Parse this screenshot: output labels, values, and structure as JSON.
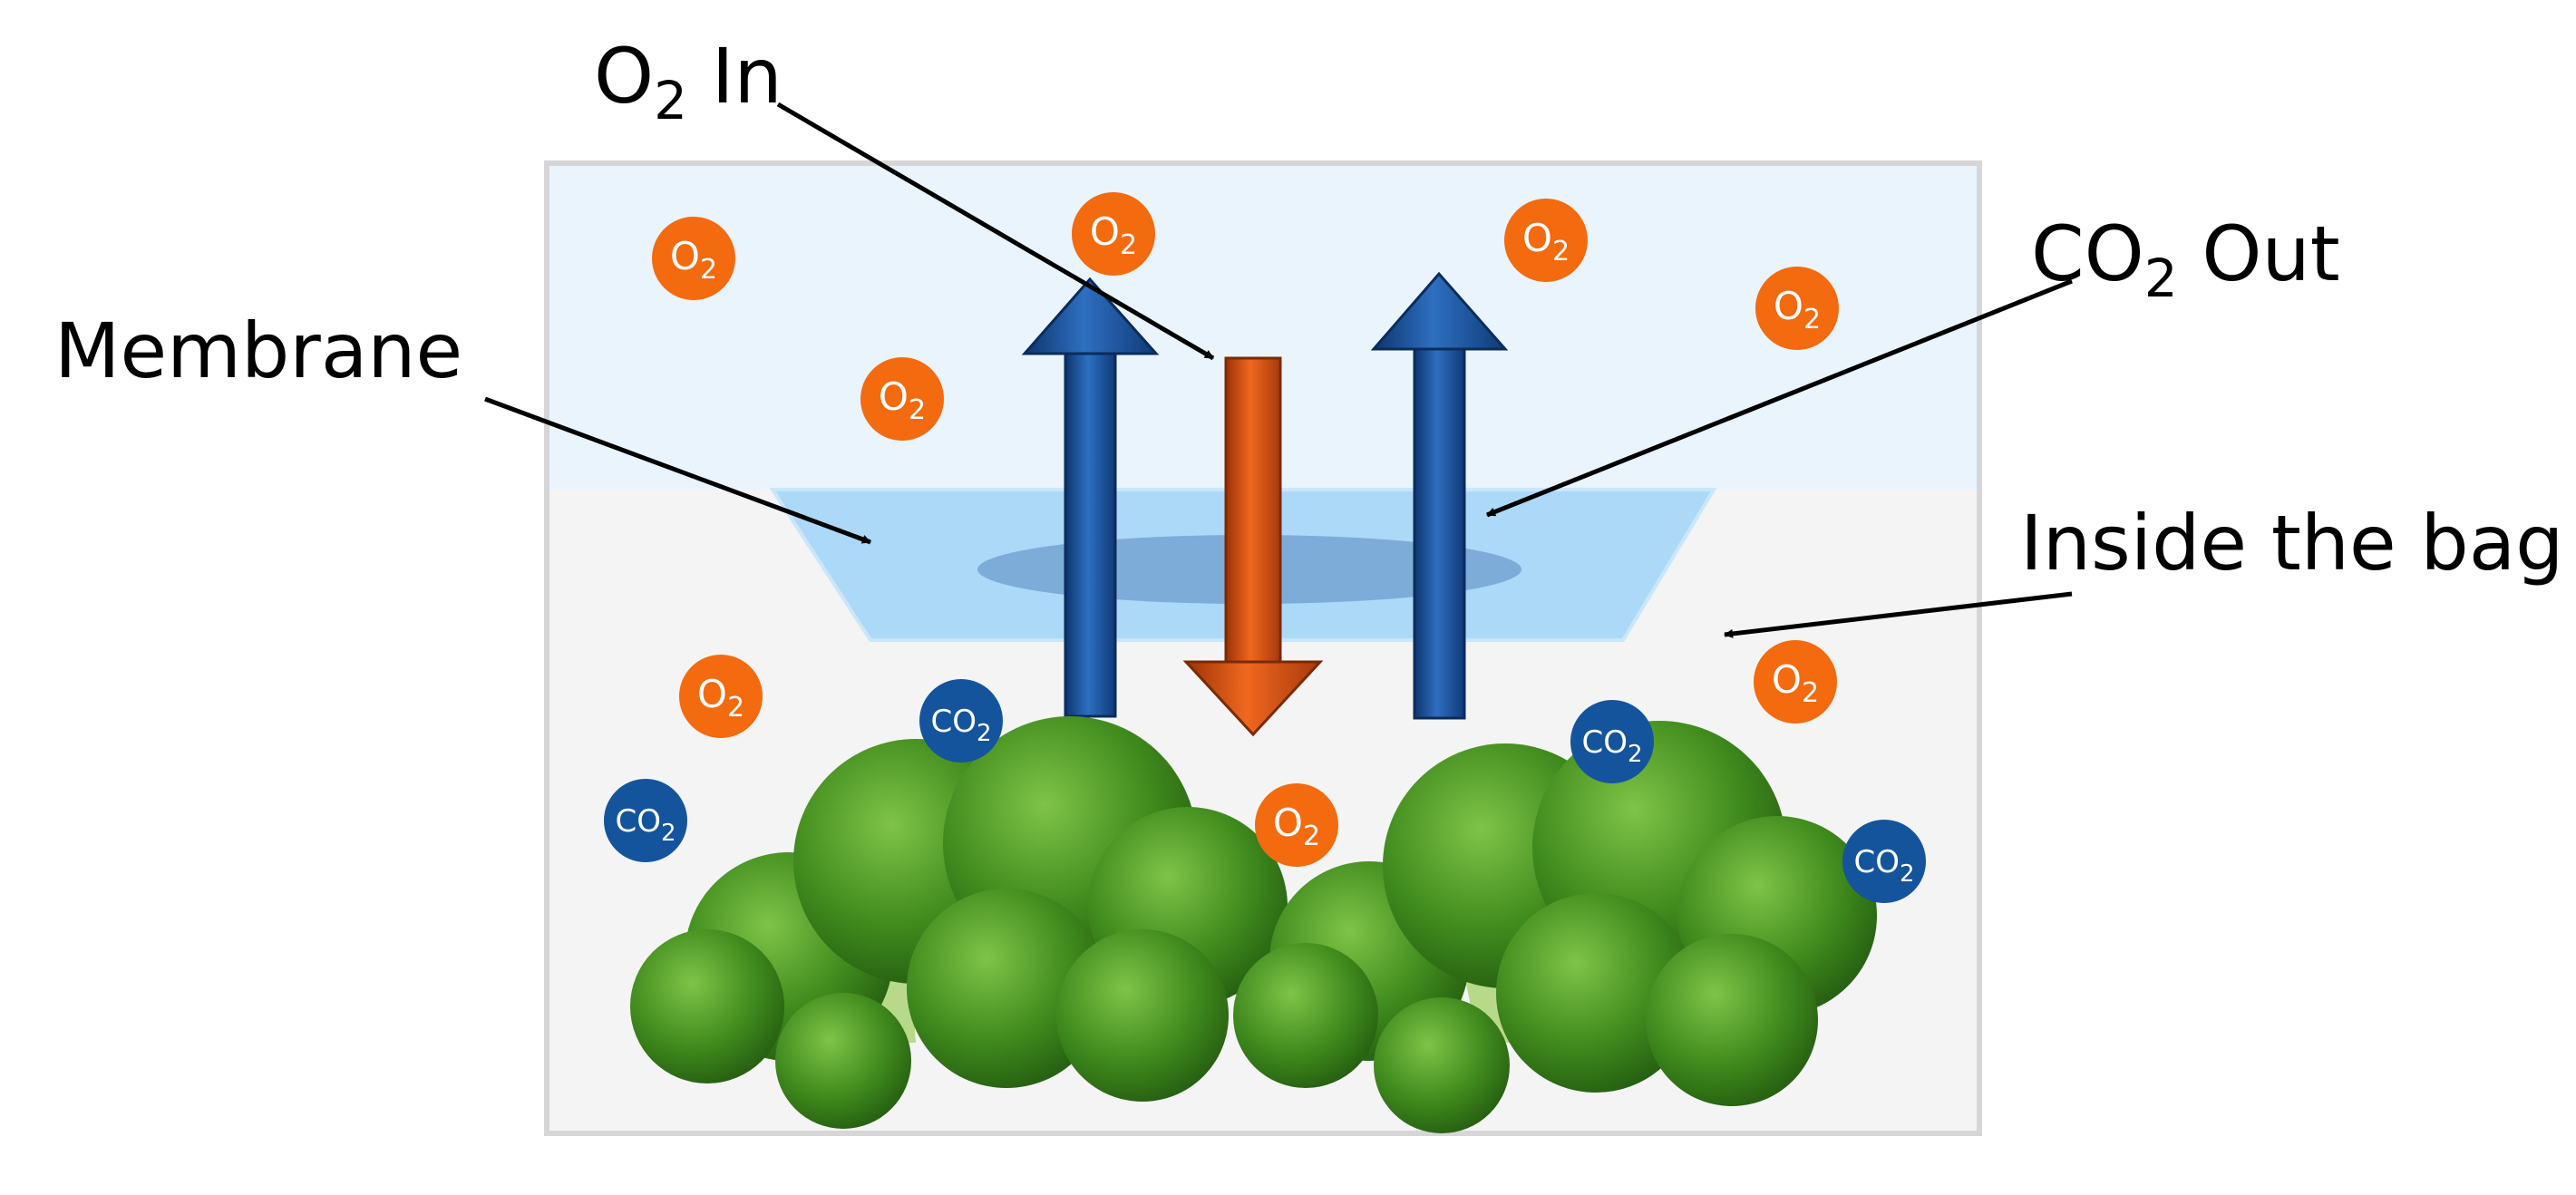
{
  "labels": {
    "o2_in": {
      "main": "O",
      "sub": "2",
      "rest": " In"
    },
    "co2_out": {
      "main": "CO",
      "sub": "2",
      "rest": " Out"
    },
    "membrane": "Membrane",
    "inside_bag": "Inside the bag"
  },
  "molecules": {
    "o2": {
      "main": "O",
      "sub": "2"
    },
    "co2": {
      "main": "CO",
      "sub": "2"
    }
  },
  "colors": {
    "outside": "#e9f4fd",
    "inside": "#f4f4f4",
    "membrane": "#acd9f7",
    "membrane_pore": "#6f9ccf",
    "o2_molecule": "#f46a0f",
    "co2_molecule": "#14549d",
    "o2_arrow": "#e35512",
    "co2_arrow": "#1b57a0",
    "broccoli": "#3f8a1d"
  }
}
